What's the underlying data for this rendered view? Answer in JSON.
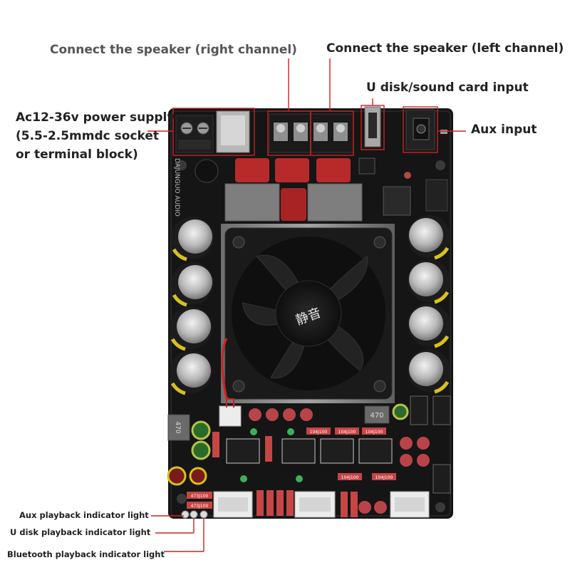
{
  "labels": {
    "right_channel": "Connect the speaker (right channel)",
    "left_channel": "Connect the speaker (left channel)",
    "udisk_input": "U disk/sound card input",
    "aux_input": "Aux input",
    "power_supply": "Ac12-36v power supply (5.5-2.5mmdc socket or terminal block)",
    "aux_led": "Aux playback indicator light",
    "udisk_led": "U disk playback indicator light",
    "bt_led": "Bluetooth playback indicator light"
  },
  "board": {
    "silkscreen": "DAJUNGUO AUDIO",
    "inductor_marking": "470",
    "fan_logo": "静音",
    "resistor_marking": "104J100",
    "led_resistor_marking": "473J100"
  },
  "colors": {
    "pcb": "#151515",
    "callout_line": "#cc2222",
    "capacitor_body": "#c8c8c8",
    "capacitor_band": "#d8c21a",
    "film_capacitor": "#b82a2a",
    "fan": "#1a1a1a",
    "heatsink": "#8a8a8a"
  }
}
